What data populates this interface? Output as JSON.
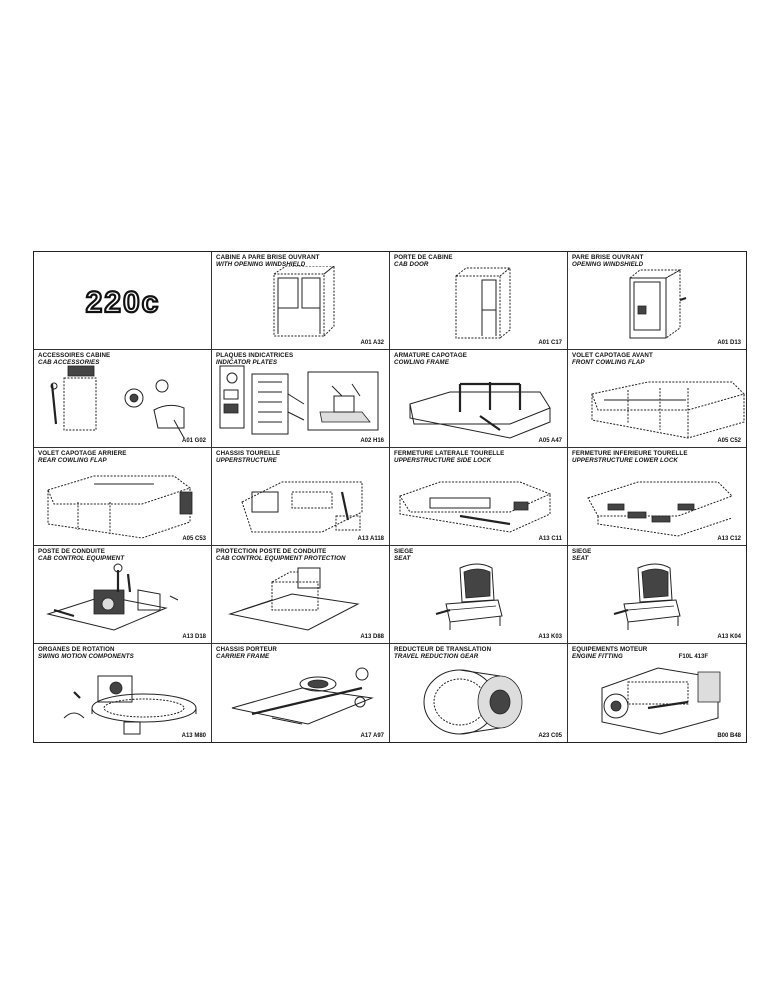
{
  "title": "220c",
  "cells": [
    {
      "fr": "",
      "en": "",
      "code": ""
    },
    {
      "fr": "Cabine a pare brise ouvrant",
      "en": "With opening windshield",
      "code": "A01 A32"
    },
    {
      "fr": "Porte de cabine",
      "en": "Cab door",
      "code": "A01 C17"
    },
    {
      "fr": "Pare brise ouvrant",
      "en": "Opening windshield",
      "code": "A01 D13"
    },
    {
      "fr": "Accessoires cabine",
      "en": "Cab accessories",
      "code": "A01 G02"
    },
    {
      "fr": "Plaques indicatrices",
      "en": "Indicator plates",
      "code": "A02 H16"
    },
    {
      "fr": "Armature capotage",
      "en": "Cowling frame",
      "code": "A05 A47"
    },
    {
      "fr": "Volet capotage avant",
      "en": "Front cowling flap",
      "code": "A05 C52"
    },
    {
      "fr": "Volet capotage arrière",
      "en": "Rear cowling flap",
      "code": "A05 C53"
    },
    {
      "fr": "Chassis tourelle",
      "en": "Upperstructure",
      "code": "A13 A118"
    },
    {
      "fr": "Fermeture laterale tourelle",
      "en": "Upperstructure side lock",
      "code": "A13 C11"
    },
    {
      "fr": "Fermeture inferieure tourelle",
      "en": "Upperstructure lower lock",
      "code": "A13 C12"
    },
    {
      "fr": "Poste de conduite",
      "en": "Cab control equipment",
      "code": "A13 D18"
    },
    {
      "fr": "Protection poste de conduite",
      "en": "Cab control equipment protection",
      "code": "A13 D88"
    },
    {
      "fr": "Siege",
      "en": "Seat",
      "code": "A13 K03"
    },
    {
      "fr": "Siege",
      "en": "Seat",
      "code": "A13 K04"
    },
    {
      "fr": "Organes de rotation",
      "en": "Swing motion components",
      "code": "A13 M80"
    },
    {
      "fr": "Chassis porteur",
      "en": "Carrier frame",
      "code": "A17 A97"
    },
    {
      "fr": "Reducteur de translation",
      "en": "Travel reduction gear",
      "code": "A23 C05"
    },
    {
      "fr": "Equipements moteur",
      "en": "Engine fitting",
      "code": "B00 B48",
      "extra": "F10L 413F"
    }
  ],
  "illustrations": [
    "title-logo",
    "cab",
    "cab-door",
    "windshield",
    "cab-accessories",
    "indicator-plates",
    "cowling-frame",
    "front-flap",
    "rear-flap",
    "upperstructure",
    "side-lock",
    "lower-lock",
    "control-equipment",
    "control-protection",
    "seat",
    "seat",
    "swing-components",
    "carrier-frame",
    "reduction-gear",
    "engine"
  ]
}
